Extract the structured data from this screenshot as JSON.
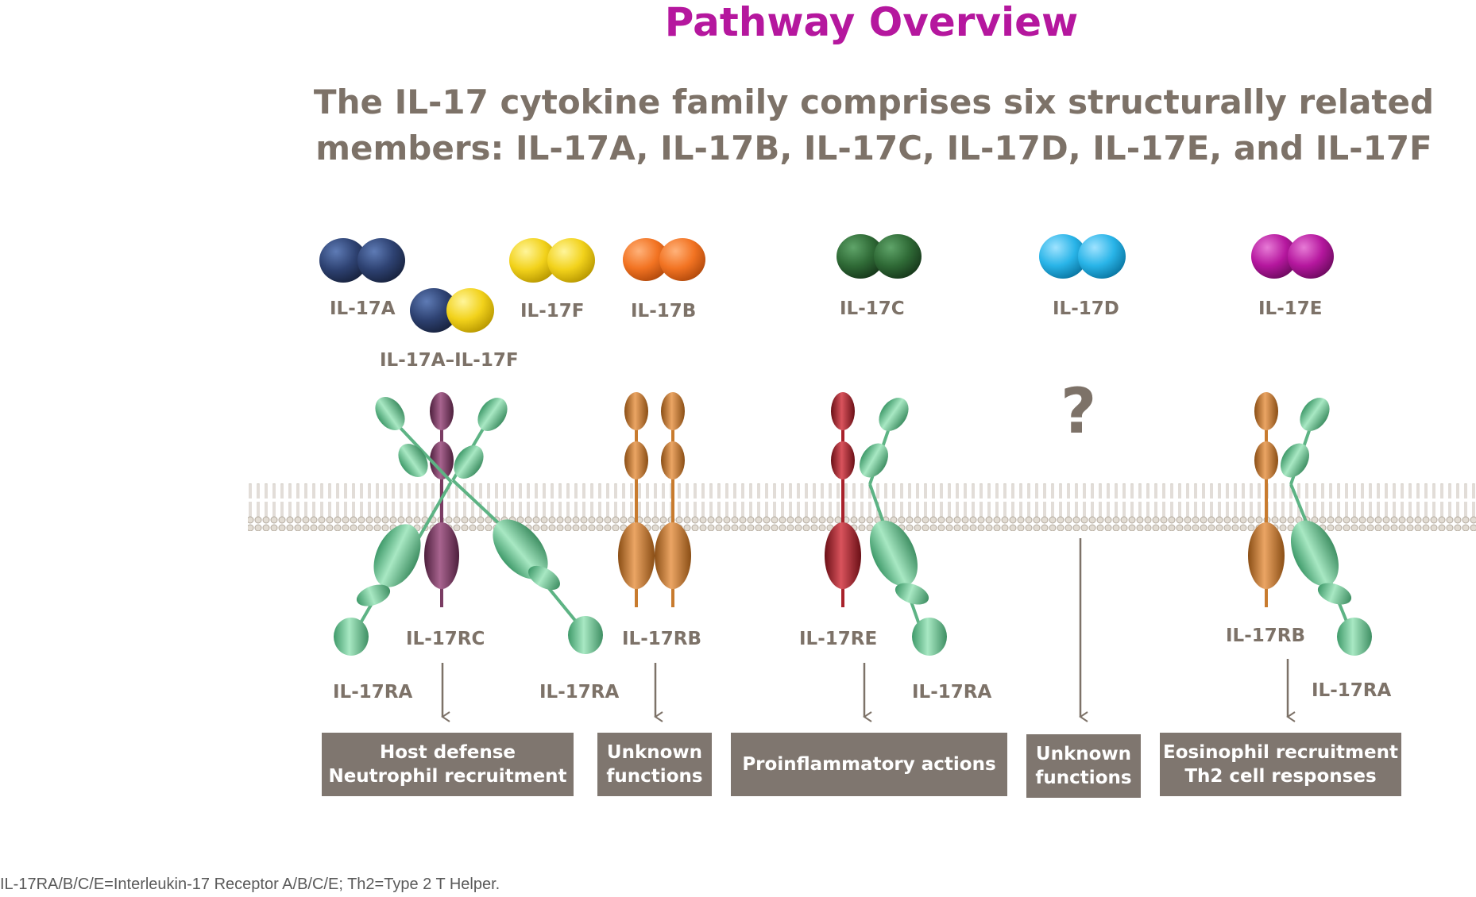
{
  "title": "Pathway Overview",
  "subtitle_line1": "The IL-17 cytokine family comprises six structurally related",
  "subtitle_line2": "members: IL-17A, IL-17B, IL-17C, IL-17D, IL-17E, and IL-17F",
  "cytokines": {
    "il17a": "IL-17A",
    "il17a_il17f": "IL-17A–IL-17F",
    "il17f": "IL-17F",
    "il17b": "IL-17B",
    "il17c": "IL-17C",
    "il17d": "IL-17D",
    "il17e": "IL-17E"
  },
  "receptors": {
    "g1_rc": "IL-17RC",
    "g1_ra_left": "IL-17RA",
    "g1_ra_right": "IL-17RA",
    "g2_rb": "IL-17RB",
    "g3_re": "IL-17RE",
    "g3_ra": "IL-17RA",
    "g5_rb": "IL-17RB",
    "g5_ra": "IL-17RA"
  },
  "unknown_receptor": "?",
  "outcomes": {
    "g1_line1": "Host defense",
    "g1_line2": "Neutrophil recruitment",
    "g2_line1": "Unknown",
    "g2_line2": "functions",
    "g3_line1": "Proinflammatory actions",
    "g4_line1": "Unknown",
    "g4_line2": "functions",
    "g5_line1": "Eosinophil recruitment",
    "g5_line2": "Th2 cell responses"
  },
  "footnote": "IL-17RA/B/C/E=Interleukin-17 Receptor A/B/C/E; Th2=Type 2 T Helper.",
  "colors": {
    "il17a": "#2e4272",
    "il17f": "#f2d21b",
    "il17b": "#f27322",
    "il17c": "#2f6a36",
    "il17d": "#29b4e8",
    "il17e": "#b5179e",
    "ra": "#6fc597",
    "rc": "#7a3c63",
    "rb": "#c87b2e",
    "re": "#a8222b",
    "title": "#b5179e",
    "text": "#7d7268",
    "box": "#7f766f"
  }
}
